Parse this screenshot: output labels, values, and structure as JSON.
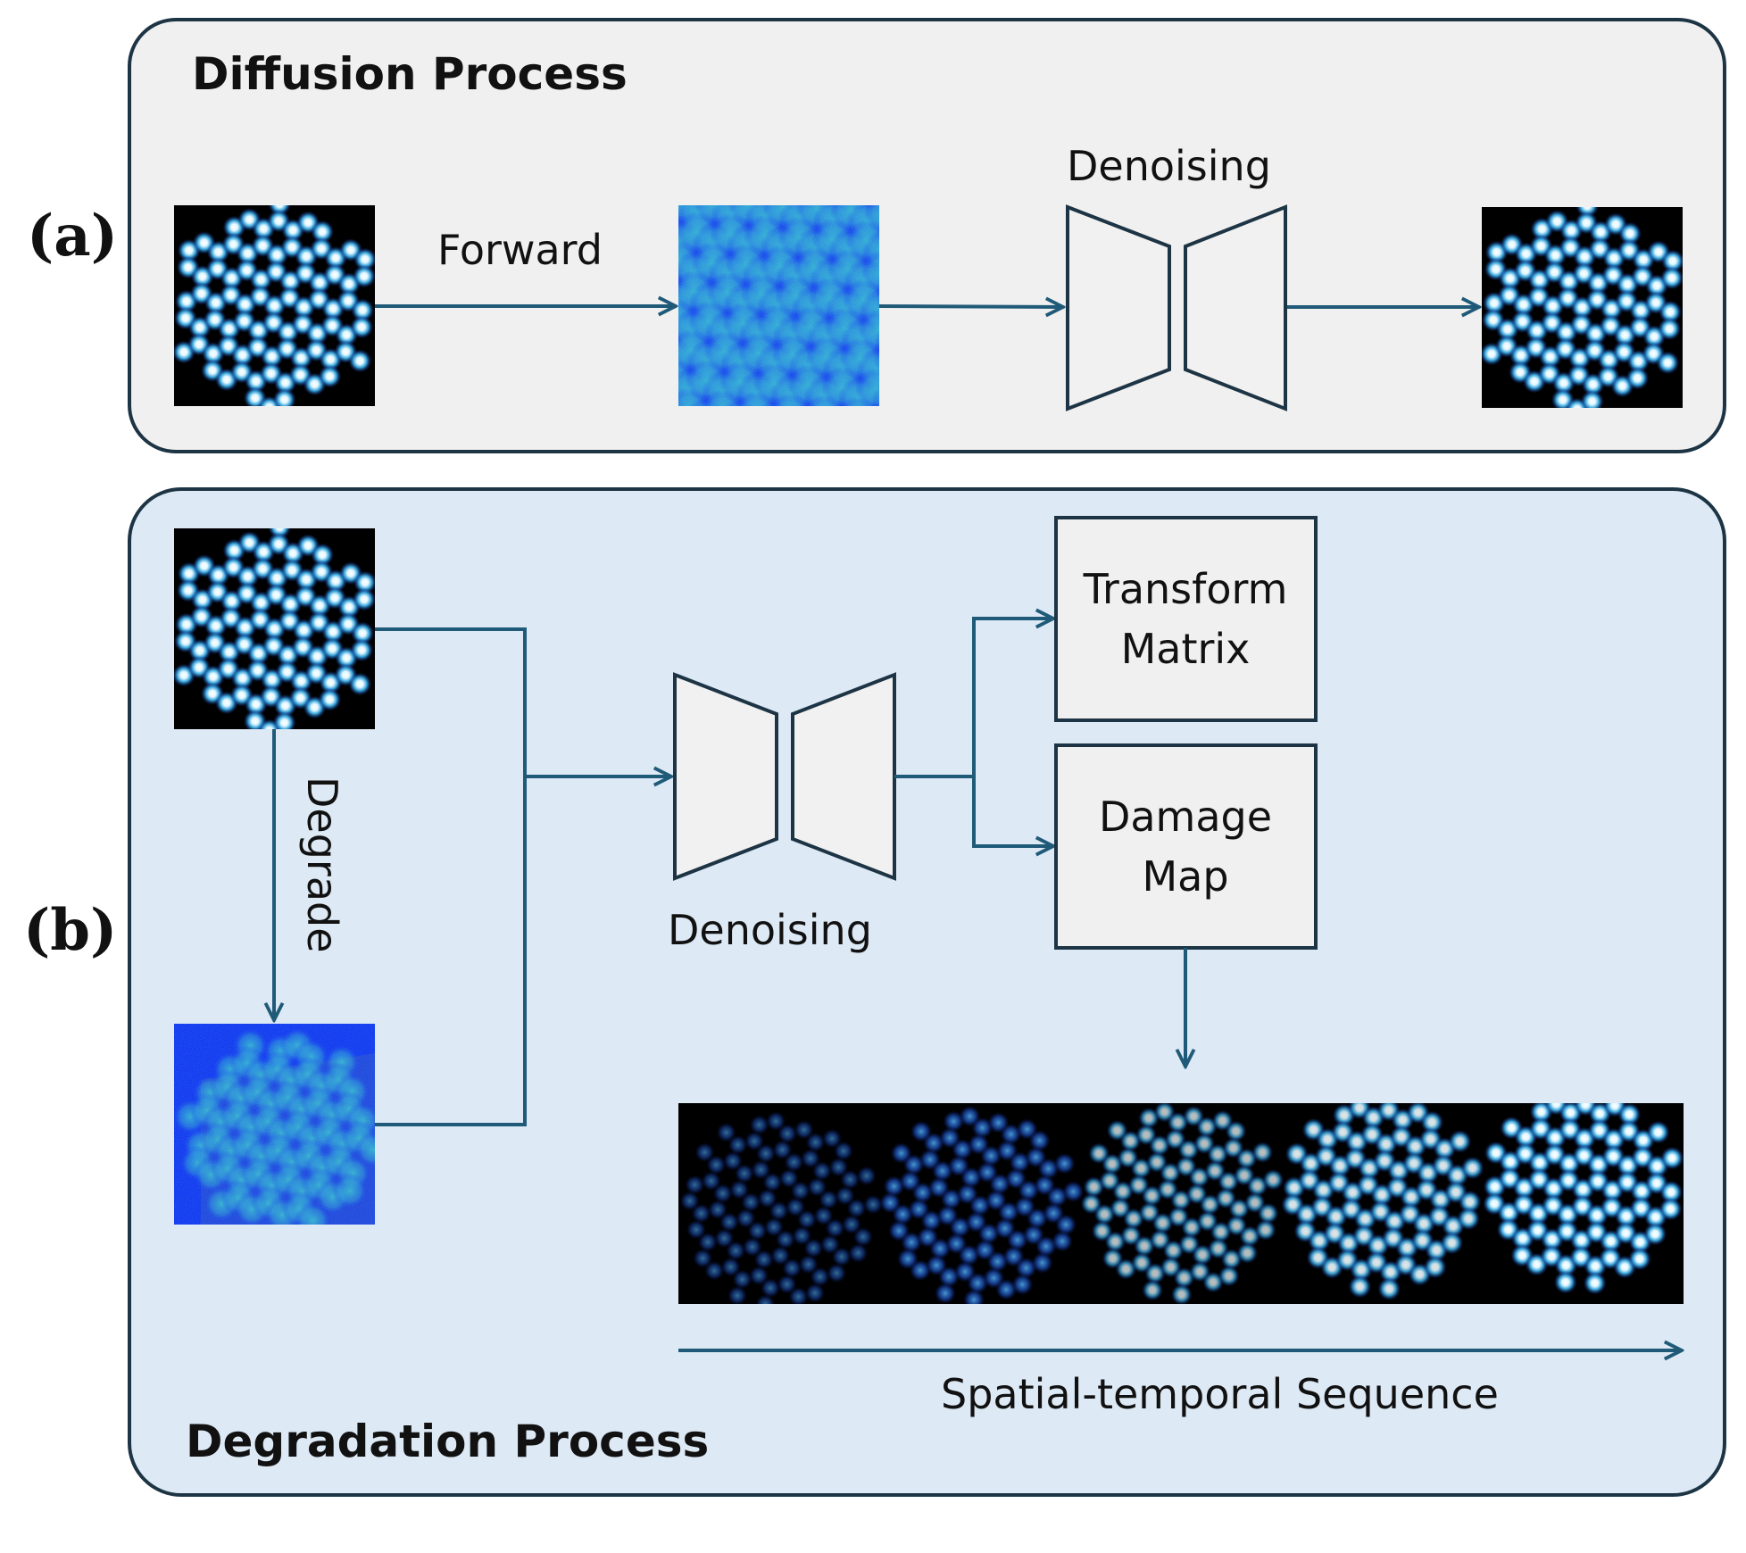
{
  "panel_a": {
    "letter": "(a)",
    "title": "Diffusion Process",
    "forward_label": "Forward",
    "denoising_label": "Denoising"
  },
  "panel_b": {
    "letter": "(b)",
    "title": "Degradation Process",
    "degrade_label": "Degrade",
    "denoising_label": "Denoising",
    "transform_box": [
      "Transform",
      "Matrix"
    ],
    "damage_box": [
      "Damage",
      "Map"
    ],
    "sequence_label": "Spatial-temporal Sequence",
    "sequence_frames": 5
  },
  "colors": {
    "panel_a_bg": "#f0f0f0",
    "panel_b_bg": "#dde9f5",
    "panel_border": "#1d3445",
    "arrow": "#1f5a78",
    "noise_bg": "#0b2cf0",
    "atom_glow": "#5fd0ff",
    "atom_core": "#ffffff"
  }
}
